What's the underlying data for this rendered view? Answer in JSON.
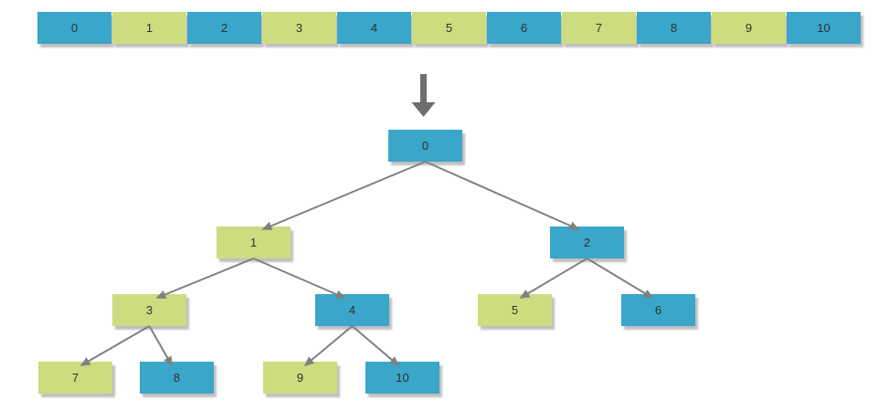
{
  "array": {
    "cells": [
      {
        "value": "0",
        "color": "blue"
      },
      {
        "value": "1",
        "color": "green"
      },
      {
        "value": "2",
        "color": "blue"
      },
      {
        "value": "3",
        "color": "green"
      },
      {
        "value": "4",
        "color": "blue"
      },
      {
        "value": "5",
        "color": "green"
      },
      {
        "value": "6",
        "color": "blue"
      },
      {
        "value": "7",
        "color": "green"
      },
      {
        "value": "8",
        "color": "blue"
      },
      {
        "value": "9",
        "color": "green"
      },
      {
        "value": "10",
        "color": "blue"
      }
    ]
  },
  "icons": {
    "transform_arrow": "down-arrow-icon"
  },
  "tree": {
    "nodes": [
      {
        "label": "0",
        "color": "blue"
      },
      {
        "label": "1",
        "color": "green"
      },
      {
        "label": "2",
        "color": "blue"
      },
      {
        "label": "3",
        "color": "green"
      },
      {
        "label": "4",
        "color": "blue"
      },
      {
        "label": "5",
        "color": "green"
      },
      {
        "label": "6",
        "color": "blue"
      },
      {
        "label": "7",
        "color": "green"
      },
      {
        "label": "8",
        "color": "blue"
      },
      {
        "label": "9",
        "color": "green"
      },
      {
        "label": "10",
        "color": "blue"
      }
    ],
    "edges": [
      {
        "from": "0",
        "to": "1"
      },
      {
        "from": "0",
        "to": "2"
      },
      {
        "from": "1",
        "to": "3"
      },
      {
        "from": "1",
        "to": "4"
      },
      {
        "from": "2",
        "to": "5"
      },
      {
        "from": "2",
        "to": "6"
      },
      {
        "from": "3",
        "to": "7"
      },
      {
        "from": "3",
        "to": "8"
      },
      {
        "from": "4",
        "to": "9"
      },
      {
        "from": "4",
        "to": "10"
      }
    ]
  },
  "colors": {
    "node_blue": "#3AA6C9",
    "node_green": "#CDDC7E",
    "edge": "#808080",
    "big_arrow": "#6E6E6E",
    "text": "#2F2F2F",
    "background": "#FFFFFF"
  }
}
